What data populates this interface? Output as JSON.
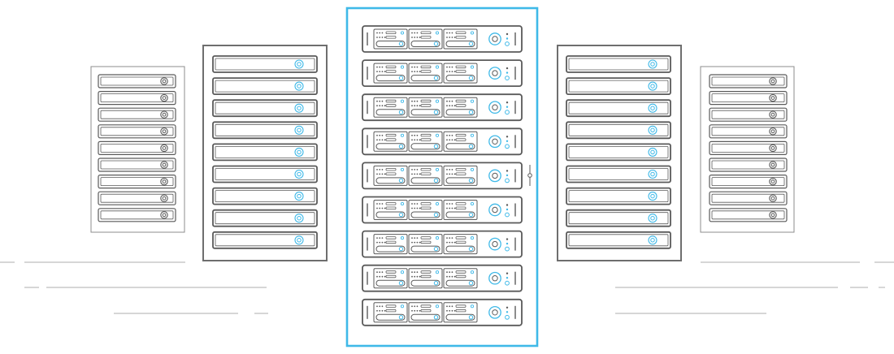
{
  "colors": {
    "background": "#ffffff",
    "frame": "#8c8c8c",
    "frame_dark": "#6e6e6e",
    "unit_stroke": "#5a5a5a",
    "accent": "#3fb9e8",
    "floor_line": "#bdbdbd"
  },
  "scene": {
    "rack_far_left": {
      "units": 9,
      "icon": "power-button-icon"
    },
    "rack_left": {
      "units": 9,
      "icon": "power-button-icon"
    },
    "rack_center": {
      "units": 9,
      "icon": "server-unit-icon",
      "highlighted": true
    },
    "rack_right": {
      "units": 9,
      "icon": "power-button-icon"
    },
    "rack_far_right": {
      "units": 9,
      "icon": "power-button-icon"
    }
  }
}
